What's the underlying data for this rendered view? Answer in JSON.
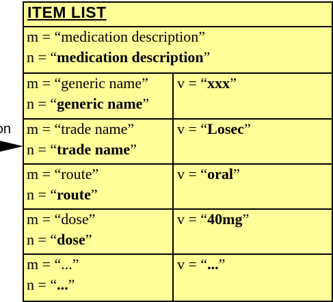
{
  "side_label": "on",
  "title": "ITEM LIST",
  "rows": [
    {
      "m": "medication description",
      "n": "medication description"
    },
    {
      "m": "generic name",
      "n": "generic name",
      "v": "xxx"
    },
    {
      "m": "trade name",
      "n": "trade name",
      "v": "Losec"
    },
    {
      "m": "route",
      "n": "route",
      "v": "oral"
    },
    {
      "m": "dose",
      "n": "dose",
      "v": "40mg"
    },
    {
      "m": "...",
      "n": "...",
      "v": "..."
    }
  ],
  "prefix": {
    "m": "m = “",
    "n": "n = “",
    "v": "v = “",
    "close": "”"
  },
  "colors": {
    "fill": "#ffff99",
    "stroke": "#000000"
  }
}
